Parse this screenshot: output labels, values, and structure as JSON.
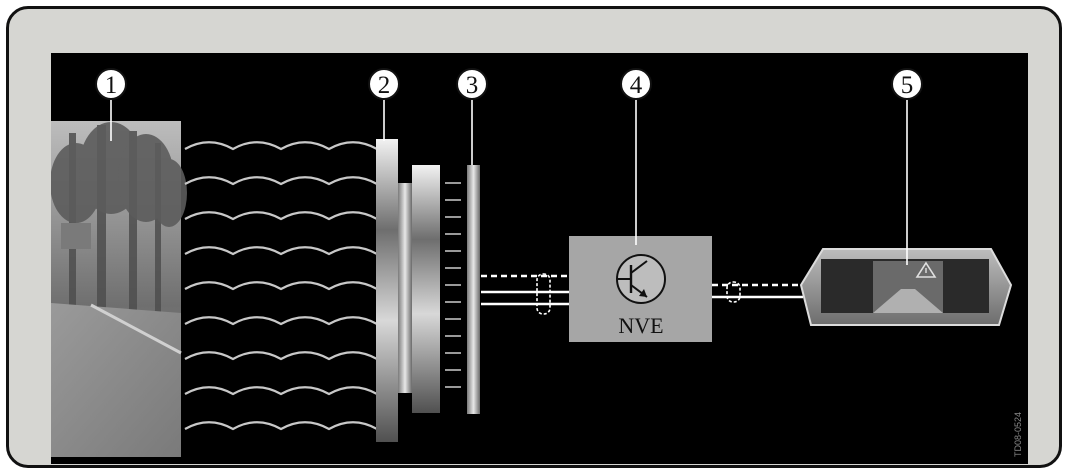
{
  "callouts": [
    {
      "number": "1",
      "name": "scene"
    },
    {
      "number": "2",
      "name": "lens"
    },
    {
      "number": "3",
      "name": "sensor"
    },
    {
      "number": "4",
      "name": "control-unit"
    },
    {
      "number": "5",
      "name": "display"
    }
  ],
  "control_unit": {
    "label": "NVE"
  },
  "side_code": "TD08-0524",
  "colors": {
    "background": "#000000",
    "frame": "#d6d6d2",
    "control_box": "#a6a6a6",
    "wave": "#c8c8c8"
  }
}
